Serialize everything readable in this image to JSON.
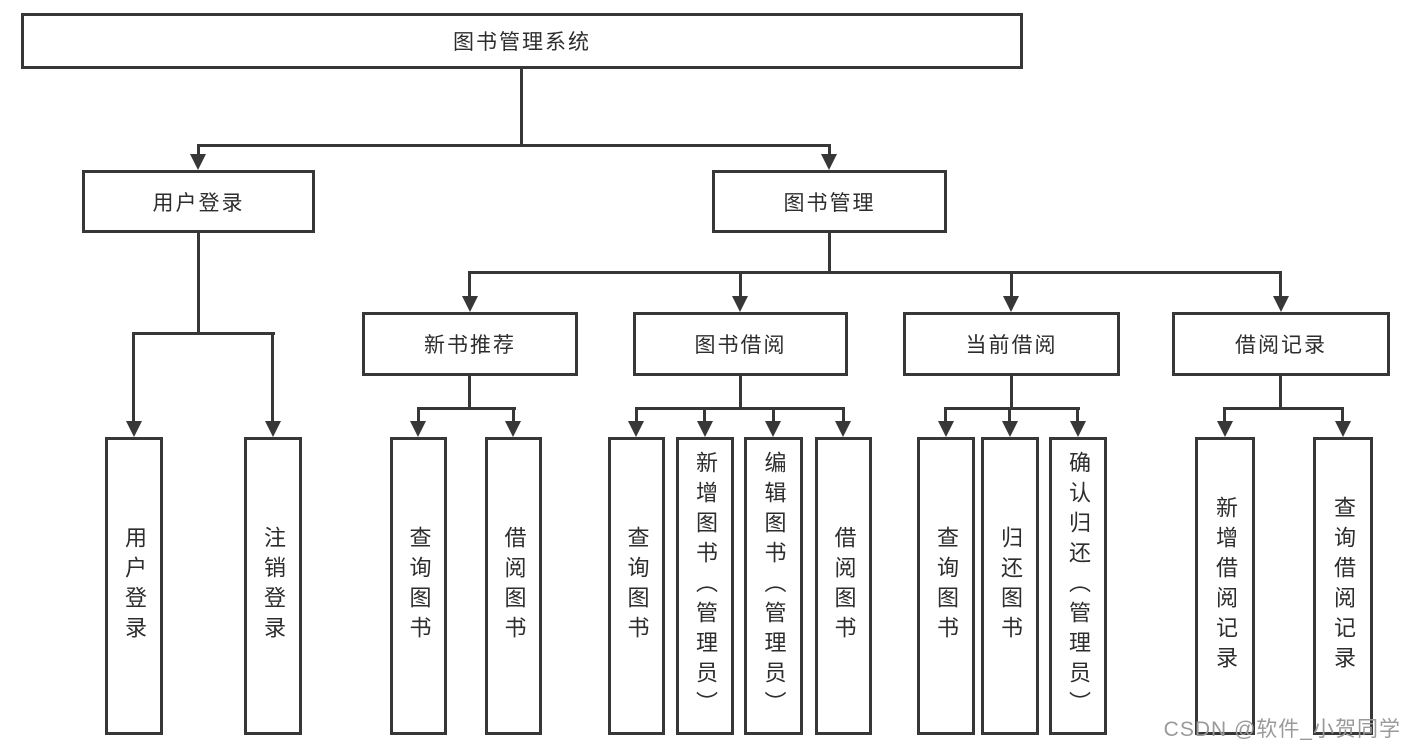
{
  "nodes": {
    "root": "图书管理系统",
    "level1": [
      "用户登录",
      "图书管理"
    ],
    "level2": [
      "新书推荐",
      "图书借阅",
      "当前借阅",
      "借阅记录"
    ],
    "level3": [
      "用户登录",
      "注销登录",
      "查询图书",
      "借阅图书",
      "查询图书",
      "新增图书（管理员）",
      "编辑图书（管理员）",
      "借阅图书",
      "查询图书",
      "归还图书",
      "确认归还（管理员）",
      "新增借阅记录",
      "查询借阅记录"
    ]
  },
  "watermark": "CSDN @软件_小贺同学",
  "colors": {
    "line": "#373737",
    "text": "#2d2d2d",
    "watermark": "#9a9a9a",
    "background": "#ffffff"
  }
}
